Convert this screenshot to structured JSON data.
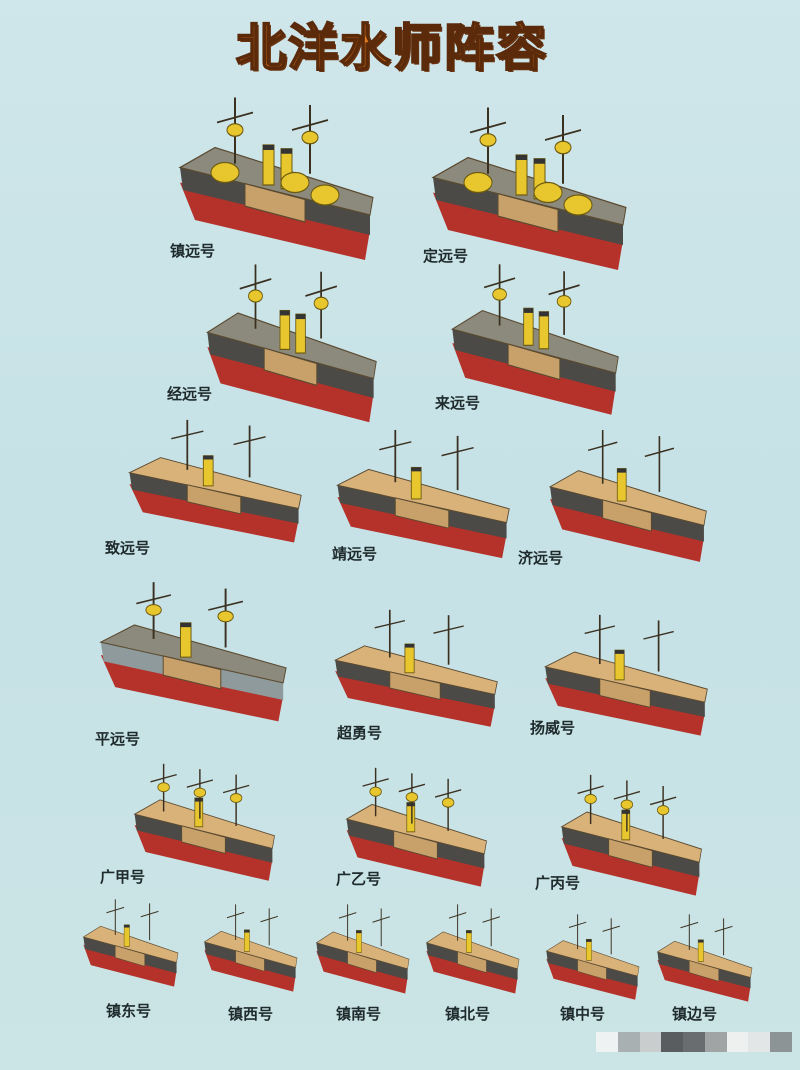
{
  "title": "北洋水师阵容",
  "colors": {
    "title": "#e47a1c",
    "hull_red": "#b4322a",
    "hull_dark": "#4b4a46",
    "deck": "#d9b27a",
    "funnel": "#e8c62e",
    "background": "#c9e4e8"
  },
  "ships": [
    {
      "name": "镇远号",
      "type": "battleship",
      "funnels": 2
    },
    {
      "name": "定远号",
      "type": "battleship",
      "funnels": 2
    },
    {
      "name": "经远号",
      "type": "armored-cruiser",
      "funnels": 2
    },
    {
      "name": "来远号",
      "type": "armored-cruiser",
      "funnels": 2
    },
    {
      "name": "致远号",
      "type": "cruiser",
      "funnels": 1
    },
    {
      "name": "靖远号",
      "type": "cruiser",
      "funnels": 1
    },
    {
      "name": "济远号",
      "type": "cruiser",
      "funnels": 1
    },
    {
      "name": "平远号",
      "type": "armored-cruiser",
      "funnels": 1
    },
    {
      "name": "超勇号",
      "type": "cruiser",
      "funnels": 1
    },
    {
      "name": "扬威号",
      "type": "cruiser",
      "funnels": 1
    },
    {
      "name": "广甲号",
      "type": "sail-cruiser",
      "funnels": 1
    },
    {
      "name": "广乙号",
      "type": "sail-cruiser",
      "funnels": 1
    },
    {
      "name": "广丙号",
      "type": "sail-cruiser",
      "funnels": 1
    },
    {
      "name": "镇东号",
      "type": "gunboat",
      "funnels": 1
    },
    {
      "name": "镇西号",
      "type": "gunboat",
      "funnels": 1
    },
    {
      "name": "镇南号",
      "type": "gunboat",
      "funnels": 1
    },
    {
      "name": "镇北号",
      "type": "gunboat",
      "funnels": 1
    },
    {
      "name": "镇中号",
      "type": "gunboat",
      "funnels": 1
    },
    {
      "name": "镇边号",
      "type": "gunboat",
      "funnels": 1
    }
  ]
}
